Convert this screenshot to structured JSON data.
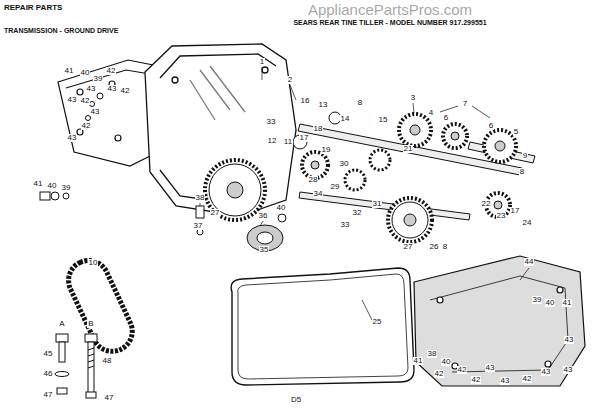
{
  "diagram": {
    "title": "SEARS REAR TINE TILLER - MODEL NUMBER 917.299551",
    "labels": [
      "REPAIR PARTS",
      "AppliancePartsPros.com",
      "TRANSMISSION - GROUND DRIVE",
      "41",
      "40",
      "39",
      "42",
      "43",
      "43",
      "42",
      "43",
      "42",
      "43",
      "42",
      "43",
      "41",
      "40",
      "39",
      "1",
      "2",
      "16",
      "13",
      "8",
      "3",
      "4",
      "6",
      "7",
      "6",
      "5",
      "9",
      "8",
      "33",
      "14",
      "12",
      "11",
      "17",
      "18",
      "19",
      "15",
      "30",
      "21",
      "28",
      "29",
      "34",
      "31",
      "32",
      "22",
      "23",
      "17",
      "24",
      "38",
      "37",
      "36",
      "27",
      "40",
      "33",
      "35",
      "27",
      "26",
      "8",
      "10",
      "44",
      "25",
      "39",
      "40",
      "41",
      "43",
      "41",
      "38",
      "40",
      "42",
      "42",
      "43",
      "42",
      "43",
      "42",
      "43",
      "43",
      "A",
      "B",
      "45",
      "48",
      "46",
      "47",
      "47",
      "D5"
    ]
  }
}
